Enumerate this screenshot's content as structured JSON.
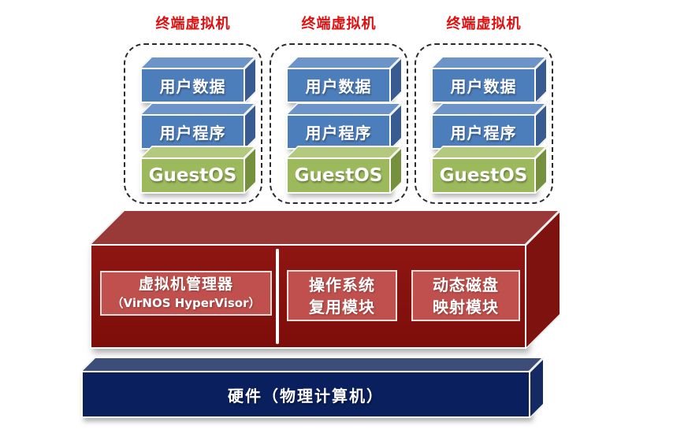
{
  "vm_groups": [
    {
      "title": "终端虚拟机",
      "layers": [
        {
          "label": "用户数据"
        },
        {
          "label": "用户程序"
        },
        {
          "label": "GuestOS"
        }
      ]
    },
    {
      "title": "终端虚拟机",
      "layers": [
        {
          "label": "用户数据"
        },
        {
          "label": "用户程序"
        },
        {
          "label": "GuestOS"
        }
      ]
    },
    {
      "title": "终端虚拟机",
      "layers": [
        {
          "label": "用户数据"
        },
        {
          "label": "用户程序"
        },
        {
          "label": "GuestOS"
        }
      ]
    }
  ],
  "hypervisor_layer": {
    "modules": [
      {
        "line1": "虚拟机管理器",
        "line2": "（VirNOS HyperVisor）"
      },
      {
        "line1": "操作系统",
        "line2": "复用模块"
      },
      {
        "line1": "动态磁盘",
        "line2": "映射模块"
      }
    ]
  },
  "hardware_layer": {
    "label": "硬件（物理计算机）"
  },
  "colors": {
    "vm_title_red": "#e01010",
    "layer_blue_front": "#4d7ebc",
    "layer_green_front": "#9cba5c",
    "hypervisor_red_front": "#8e1612",
    "module_fill": "#c0504d",
    "hardware_navy_front": "#0a1f5e"
  }
}
